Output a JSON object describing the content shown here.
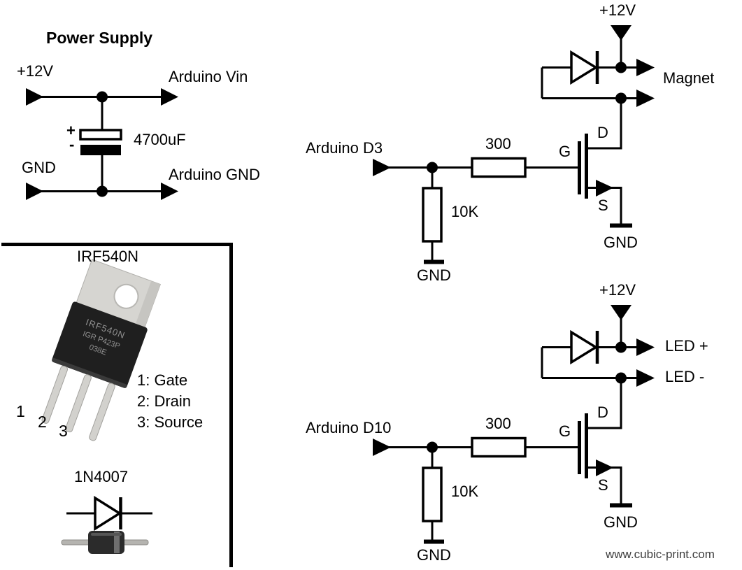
{
  "colors": {
    "ink": "#000000",
    "background": "#ffffff",
    "footer_text": "#3d3d3d",
    "metal_tab": "#d6d5d1",
    "plastic_body": "#1f1f1f",
    "body_marking": "#8f8f8f",
    "lead_metal": "#b5b4b0",
    "diode_body": "#2b2b2b"
  },
  "power_supply": {
    "title": "Power Supply",
    "input_pos": "+12V",
    "input_neg": "GND",
    "output_pos": "Arduino Vin",
    "output_neg": "Arduino GND",
    "cap_plus": "+",
    "cap_minus": "-",
    "cap_value": "4700uF"
  },
  "component_box": {
    "mosfet_title": "IRF540N",
    "pin1": "1",
    "pin2": "2",
    "pin3": "3",
    "legend1": "1: Gate",
    "legend2": "2: Drain",
    "legend3": "3: Source",
    "marking_line1": "IRF540N",
    "marking_line2": "IGR P423P",
    "marking_line3": "038E",
    "diode_title": "1N4007"
  },
  "driver_magnet": {
    "input": "Arduino D3",
    "gate_resistor": "300",
    "pulldown_resistor": "10K",
    "pulldown_gnd": "GND",
    "gate": "G",
    "drain": "D",
    "source": "S",
    "source_gnd": "GND",
    "supply": "+12V",
    "load": "Magnet"
  },
  "driver_led": {
    "input": "Arduino D10",
    "gate_resistor": "300",
    "pulldown_resistor": "10K",
    "pulldown_gnd": "GND",
    "gate": "G",
    "drain": "D",
    "source": "S",
    "source_gnd": "GND",
    "supply": "+12V",
    "load_pos": "LED +",
    "load_neg": "LED -"
  },
  "footer": {
    "website": "www.cubic-print.com"
  }
}
